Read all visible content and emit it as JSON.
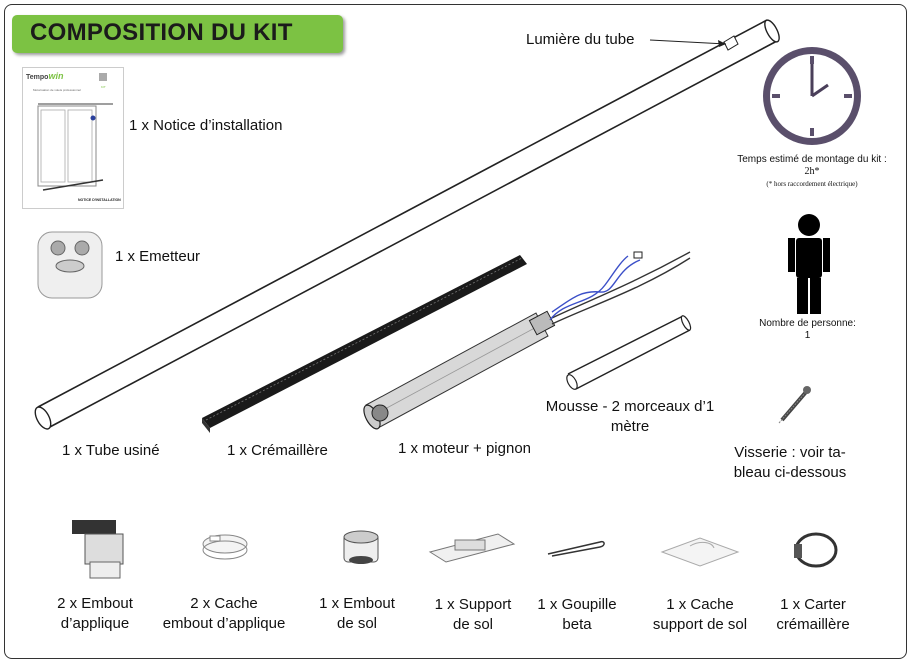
{
  "title": "COMPOSITION DU KIT",
  "colors": {
    "badge": "#7cc243",
    "wire": "#3b4fc8",
    "clock_face": "#5a4f6b"
  },
  "manual": {
    "logo_main": "Tempo",
    "logo_accent": "win",
    "subtitle": "Motorisation de volets professionnel",
    "footer": "NOTICE D'INSTALLATION"
  },
  "labels": {
    "notice": "1 x Notice d’installation",
    "emetteur": "1 x Emetteur",
    "lumiere": "Lumière du tube",
    "tube": "1 x Tube usiné",
    "cremaillere": "1 x Crémaillère",
    "moteur": "1 x moteur + pignon",
    "mousse": "Mousse - 2 morceaux d’1 mètre",
    "visserie": "Visserie : voir ta- bleau ci-dessous"
  },
  "time_info": {
    "line1": "Temps estimé de montage du kit :",
    "line2": "2h*",
    "line3": "(* hors raccordement électrique)"
  },
  "people_info": {
    "line1": "Nombre de personne:",
    "line2": "1"
  },
  "parts": [
    {
      "l1": "2 x Embout",
      "l2": "d’applique"
    },
    {
      "l1": "2 x Cache",
      "l2": "embout d’applique"
    },
    {
      "l1": "1 x Embout",
      "l2": "de sol"
    },
    {
      "l1": "1 x Support",
      "l2": "de sol"
    },
    {
      "l1": "1 x Goupille",
      "l2": "beta"
    },
    {
      "l1": "1 x Cache",
      "l2": "support de sol"
    },
    {
      "l1": "1 x Carter",
      "l2": "crémaillère"
    }
  ]
}
